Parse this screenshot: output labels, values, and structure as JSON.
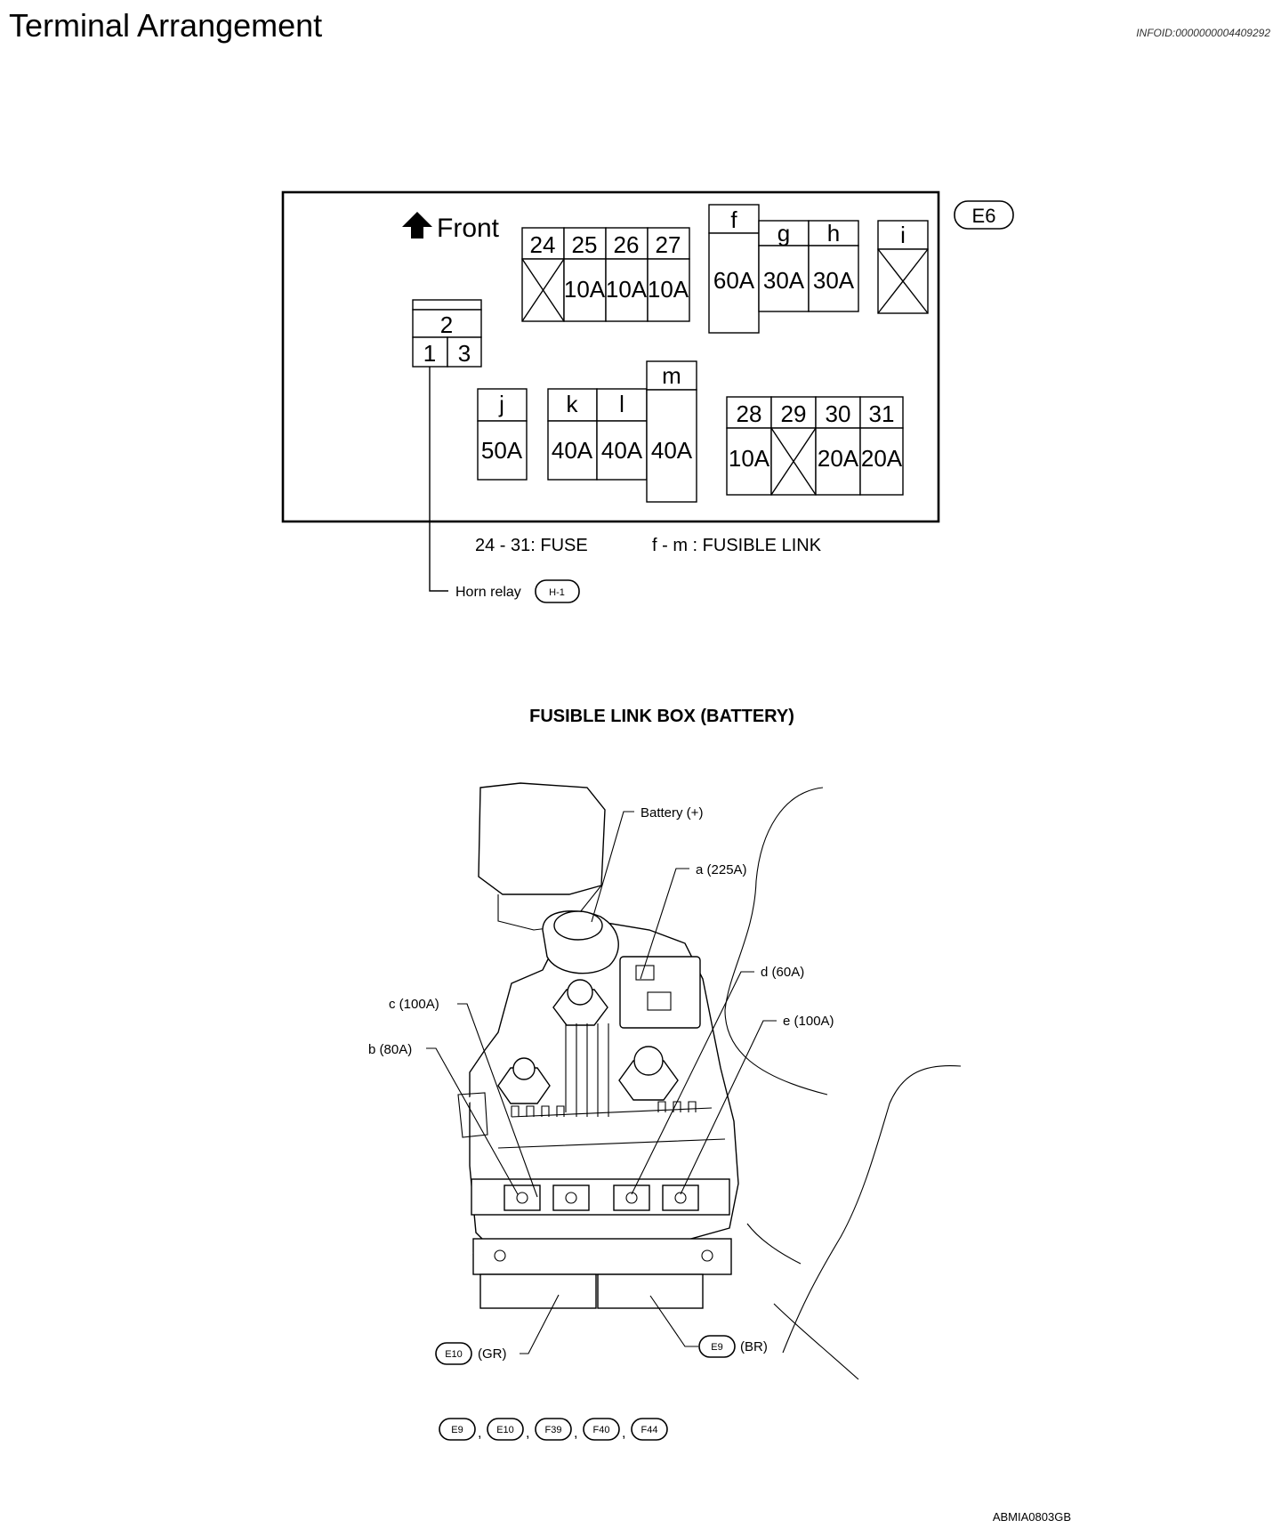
{
  "page": {
    "title": "Terminal Arrangement",
    "info_id": "INFOID:0000000004409292",
    "reference_code": "ABMIA0803GB"
  },
  "relay_box": {
    "connector": "E6",
    "front_label": "Front",
    "horn_relay": {
      "label": "Horn relay",
      "connector": "H-1",
      "top": "2",
      "bottom_left": "1",
      "bottom_right": "3"
    },
    "fuse_group_a": [
      {
        "no": "24",
        "rating": ""
      },
      {
        "no": "25",
        "rating": "10A"
      },
      {
        "no": "26",
        "rating": "10A"
      },
      {
        "no": "27",
        "rating": "10A"
      }
    ],
    "fusible_links_fgh": [
      {
        "no": "f",
        "rating": "60A"
      },
      {
        "no": "g",
        "rating": "30A"
      },
      {
        "no": "h",
        "rating": "30A"
      }
    ],
    "fusible_link_i": {
      "no": "i",
      "rating": ""
    },
    "fusible_links_jklm": [
      {
        "no": "j",
        "rating": "50A"
      },
      {
        "no": "k",
        "rating": "40A"
      },
      {
        "no": "l",
        "rating": "40A"
      },
      {
        "no": "m",
        "rating": "40A"
      }
    ],
    "fuse_group_b": [
      {
        "no": "28",
        "rating": "10A"
      },
      {
        "no": "29",
        "rating": ""
      },
      {
        "no": "30",
        "rating": "20A"
      },
      {
        "no": "31",
        "rating": "20A"
      }
    ],
    "legend_fuse": "24 - 31: FUSE",
    "legend_link": "f - m : FUSIBLE LINK"
  },
  "fusible_link_box": {
    "title": "FUSIBLE LINK BOX (BATTERY)",
    "callouts": {
      "battery": "Battery (+)",
      "a": "a (225A)",
      "b": "b (80A)",
      "c": "c (100A)",
      "d": "d (60A)",
      "e": "e (100A)"
    },
    "connector_e10": {
      "id": "E10",
      "color": "(GR)"
    },
    "connector_e9": {
      "id": "E9",
      "color": "(BR)"
    },
    "connector_list": [
      "E9",
      "E10",
      "F39",
      "F40",
      "F44"
    ],
    "separator": ","
  }
}
